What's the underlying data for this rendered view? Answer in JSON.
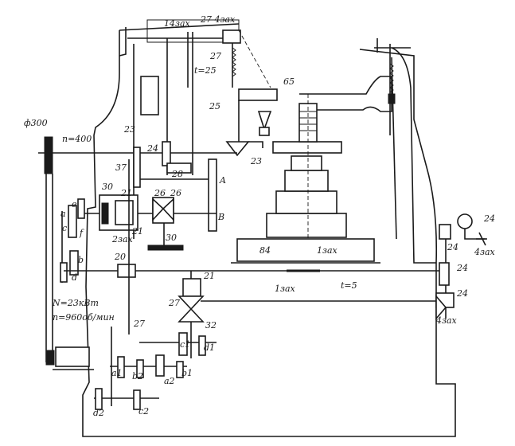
{
  "labels": {
    "pulley_dia": "ф300",
    "speed_n": "n=400",
    "pitch_top": "t=25",
    "label_14zax": "14зах",
    "label_27_4zax": "27 4зах",
    "n27a": "27",
    "n65": "65",
    "n25": "25",
    "n23a": "23",
    "n24a": "24",
    "n23b": "23",
    "n37": "37",
    "n28": "28",
    "lA": "A",
    "n30a": "30",
    "n21a": "21",
    "n26a": "26",
    "n26b": "26",
    "lB": "B",
    "e": "e",
    "a": "a",
    "c": "c",
    "f": "f",
    "b": "b",
    "n21b": "21",
    "zax2": "2зах",
    "n30b": "30",
    "d": "d",
    "n20": "20",
    "n84": "84",
    "zax1a": "1зах",
    "zax1b": "1зах",
    "pitch_bottom": "t=5",
    "n21c": "21",
    "n27b": "27",
    "n27c": "27",
    "n32": "32",
    "c1": "c1",
    "d1": "d1",
    "a1": "a1",
    "b2": "b2",
    "a2": "a2",
    "b1": "b1",
    "d2": "d2",
    "c2": "c2",
    "power": "N=23кВт",
    "motor_speed": "n=960об/мин",
    "n24b": "24",
    "n24c": "24",
    "zax4a": "4зах",
    "n24d": "24",
    "n24e": "24",
    "zax4b": "4зах"
  }
}
